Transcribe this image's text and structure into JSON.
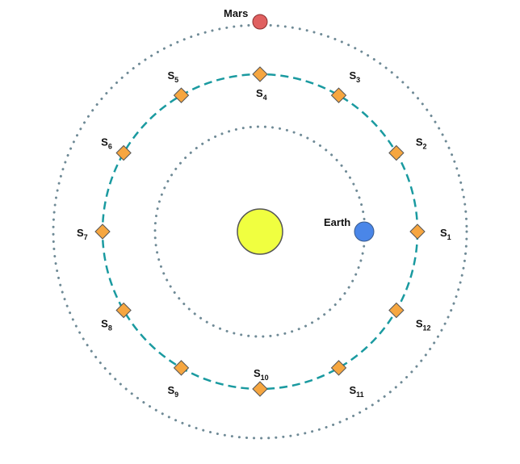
{
  "colors": {
    "background": "#ffffff",
    "sun_fill": "#f0ff40",
    "sun_stroke": "#555555",
    "earth_fill": "#4a86e8",
    "earth_stroke": "#3a5a8a",
    "mars_fill": "#e06060",
    "mars_stroke": "#8a3030",
    "station_fill": "#f6a640",
    "station_stroke": "#555555",
    "transfer_orbit": "#1a9aa0",
    "planet_orbits": "#6f8a96"
  },
  "sun": {
    "icon": "sun-icon"
  },
  "earth": {
    "label": "Earth",
    "icon": "planet-icon"
  },
  "mars": {
    "label": "Mars",
    "icon": "planet-icon"
  },
  "stations": [
    {
      "letter": "S",
      "index": "1"
    },
    {
      "letter": "S",
      "index": "2"
    },
    {
      "letter": "S",
      "index": "3"
    },
    {
      "letter": "S",
      "index": "4"
    },
    {
      "letter": "S",
      "index": "5"
    },
    {
      "letter": "S",
      "index": "6"
    },
    {
      "letter": "S",
      "index": "7"
    },
    {
      "letter": "S",
      "index": "8"
    },
    {
      "letter": "S",
      "index": "9"
    },
    {
      "letter": "S",
      "index": "10"
    },
    {
      "letter": "S",
      "index": "11"
    },
    {
      "letter": "S",
      "index": "12"
    }
  ]
}
